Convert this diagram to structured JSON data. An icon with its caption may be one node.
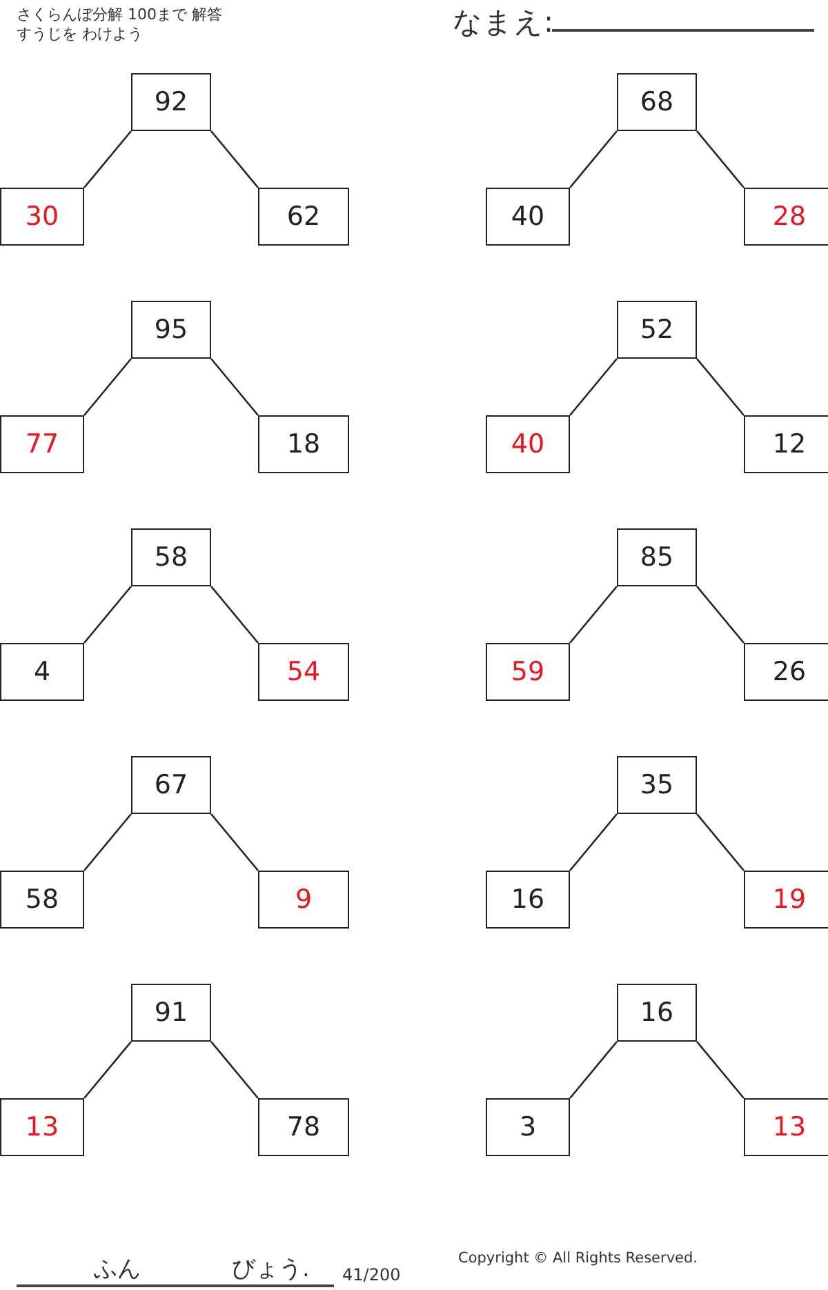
{
  "diagram": {
    "nodes": [
      {
        "text": [
          "92"
        ]
      },
      {
        "text": [
          "30"
        ]
      },
      {
        "text": [
          "62"
        ]
      },
      {
        "text": [
          "68"
        ]
      },
      {
        "text": [
          "40"
        ]
      },
      {
        "text": [
          "28"
        ]
      },
      {
        "text": [
          "95"
        ]
      },
      {
        "text": [
          "77"
        ]
      },
      {
        "text": [
          "18"
        ]
      },
      {
        "text": [
          "52"
        ]
      },
      {
        "text": [
          "40"
        ]
      },
      {
        "text": [
          "12"
        ]
      },
      {
        "text": [
          "58"
        ]
      },
      {
        "text": [
          "4"
        ]
      },
      {
        "text": [
          "54"
        ]
      },
      {
        "text": [
          "85"
        ]
      },
      {
        "text": [
          "59"
        ]
      },
      {
        "text": [
          "26"
        ]
      },
      {
        "text": [
          "67"
        ]
      },
      {
        "text": [
          "58"
        ]
      },
      {
        "text": [
          "9"
        ]
      },
      {
        "text": [
          "35"
        ]
      },
      {
        "text": [
          "16"
        ]
      },
      {
        "text": [
          "19"
        ]
      },
      {
        "text": [
          "91"
        ]
      },
      {
        "text": [
          "13"
        ]
      },
      {
        "text": [
          "78"
        ]
      },
      {
        "text": [
          "16"
        ]
      },
      {
        "text": [
          "3"
        ]
      },
      {
        "text": [
          "13"
        ]
      }
    ],
    "edges": [
      {
        "from": 0,
        "to": 1,
        "arrow": "none"
      },
      {
        "from": 0,
        "to": 2,
        "arrow": "none"
      },
      {
        "from": 3,
        "to": 4,
        "arrow": "none"
      },
      {
        "from": 3,
        "to": 5,
        "arrow": "none"
      },
      {
        "from": 6,
        "to": 7,
        "arrow": "none"
      },
      {
        "from": 6,
        "to": 8,
        "arrow": "none"
      },
      {
        "from": 9,
        "to": 10,
        "arrow": "none"
      },
      {
        "from": 9,
        "to": 11,
        "arrow": "none"
      },
      {
        "from": 12,
        "to": 13,
        "arrow": "none"
      },
      {
        "from": 12,
        "to": 14,
        "arrow": "none"
      },
      {
        "from": 15,
        "to": 16,
        "arrow": "none"
      },
      {
        "from": 15,
        "to": 17,
        "arrow": "none"
      },
      {
        "from": 18,
        "to": 19,
        "arrow": "none"
      },
      {
        "from": 18,
        "to": 20,
        "arrow": "none"
      },
      {
        "from": 21,
        "to": 22,
        "arrow": "none"
      },
      {
        "from": 21,
        "to": 23,
        "arrow": "none"
      },
      {
        "from": 24,
        "to": 25,
        "arrow": "none"
      },
      {
        "from": 24,
        "to": 26,
        "arrow": "none"
      },
      {
        "from": 27,
        "to": 28,
        "arrow": "none"
      },
      {
        "from": 27,
        "to": 29,
        "arrow": "none"
      }
    ],
    "labels": [
      "さくらんぼ分解 100まで 解答",
      "すうじを わけよう",
      "なまえ:",
      "ふん",
      "びょう.",
      "41/200",
      "Copyright © All Rights Reserved."
    ]
  }
}
